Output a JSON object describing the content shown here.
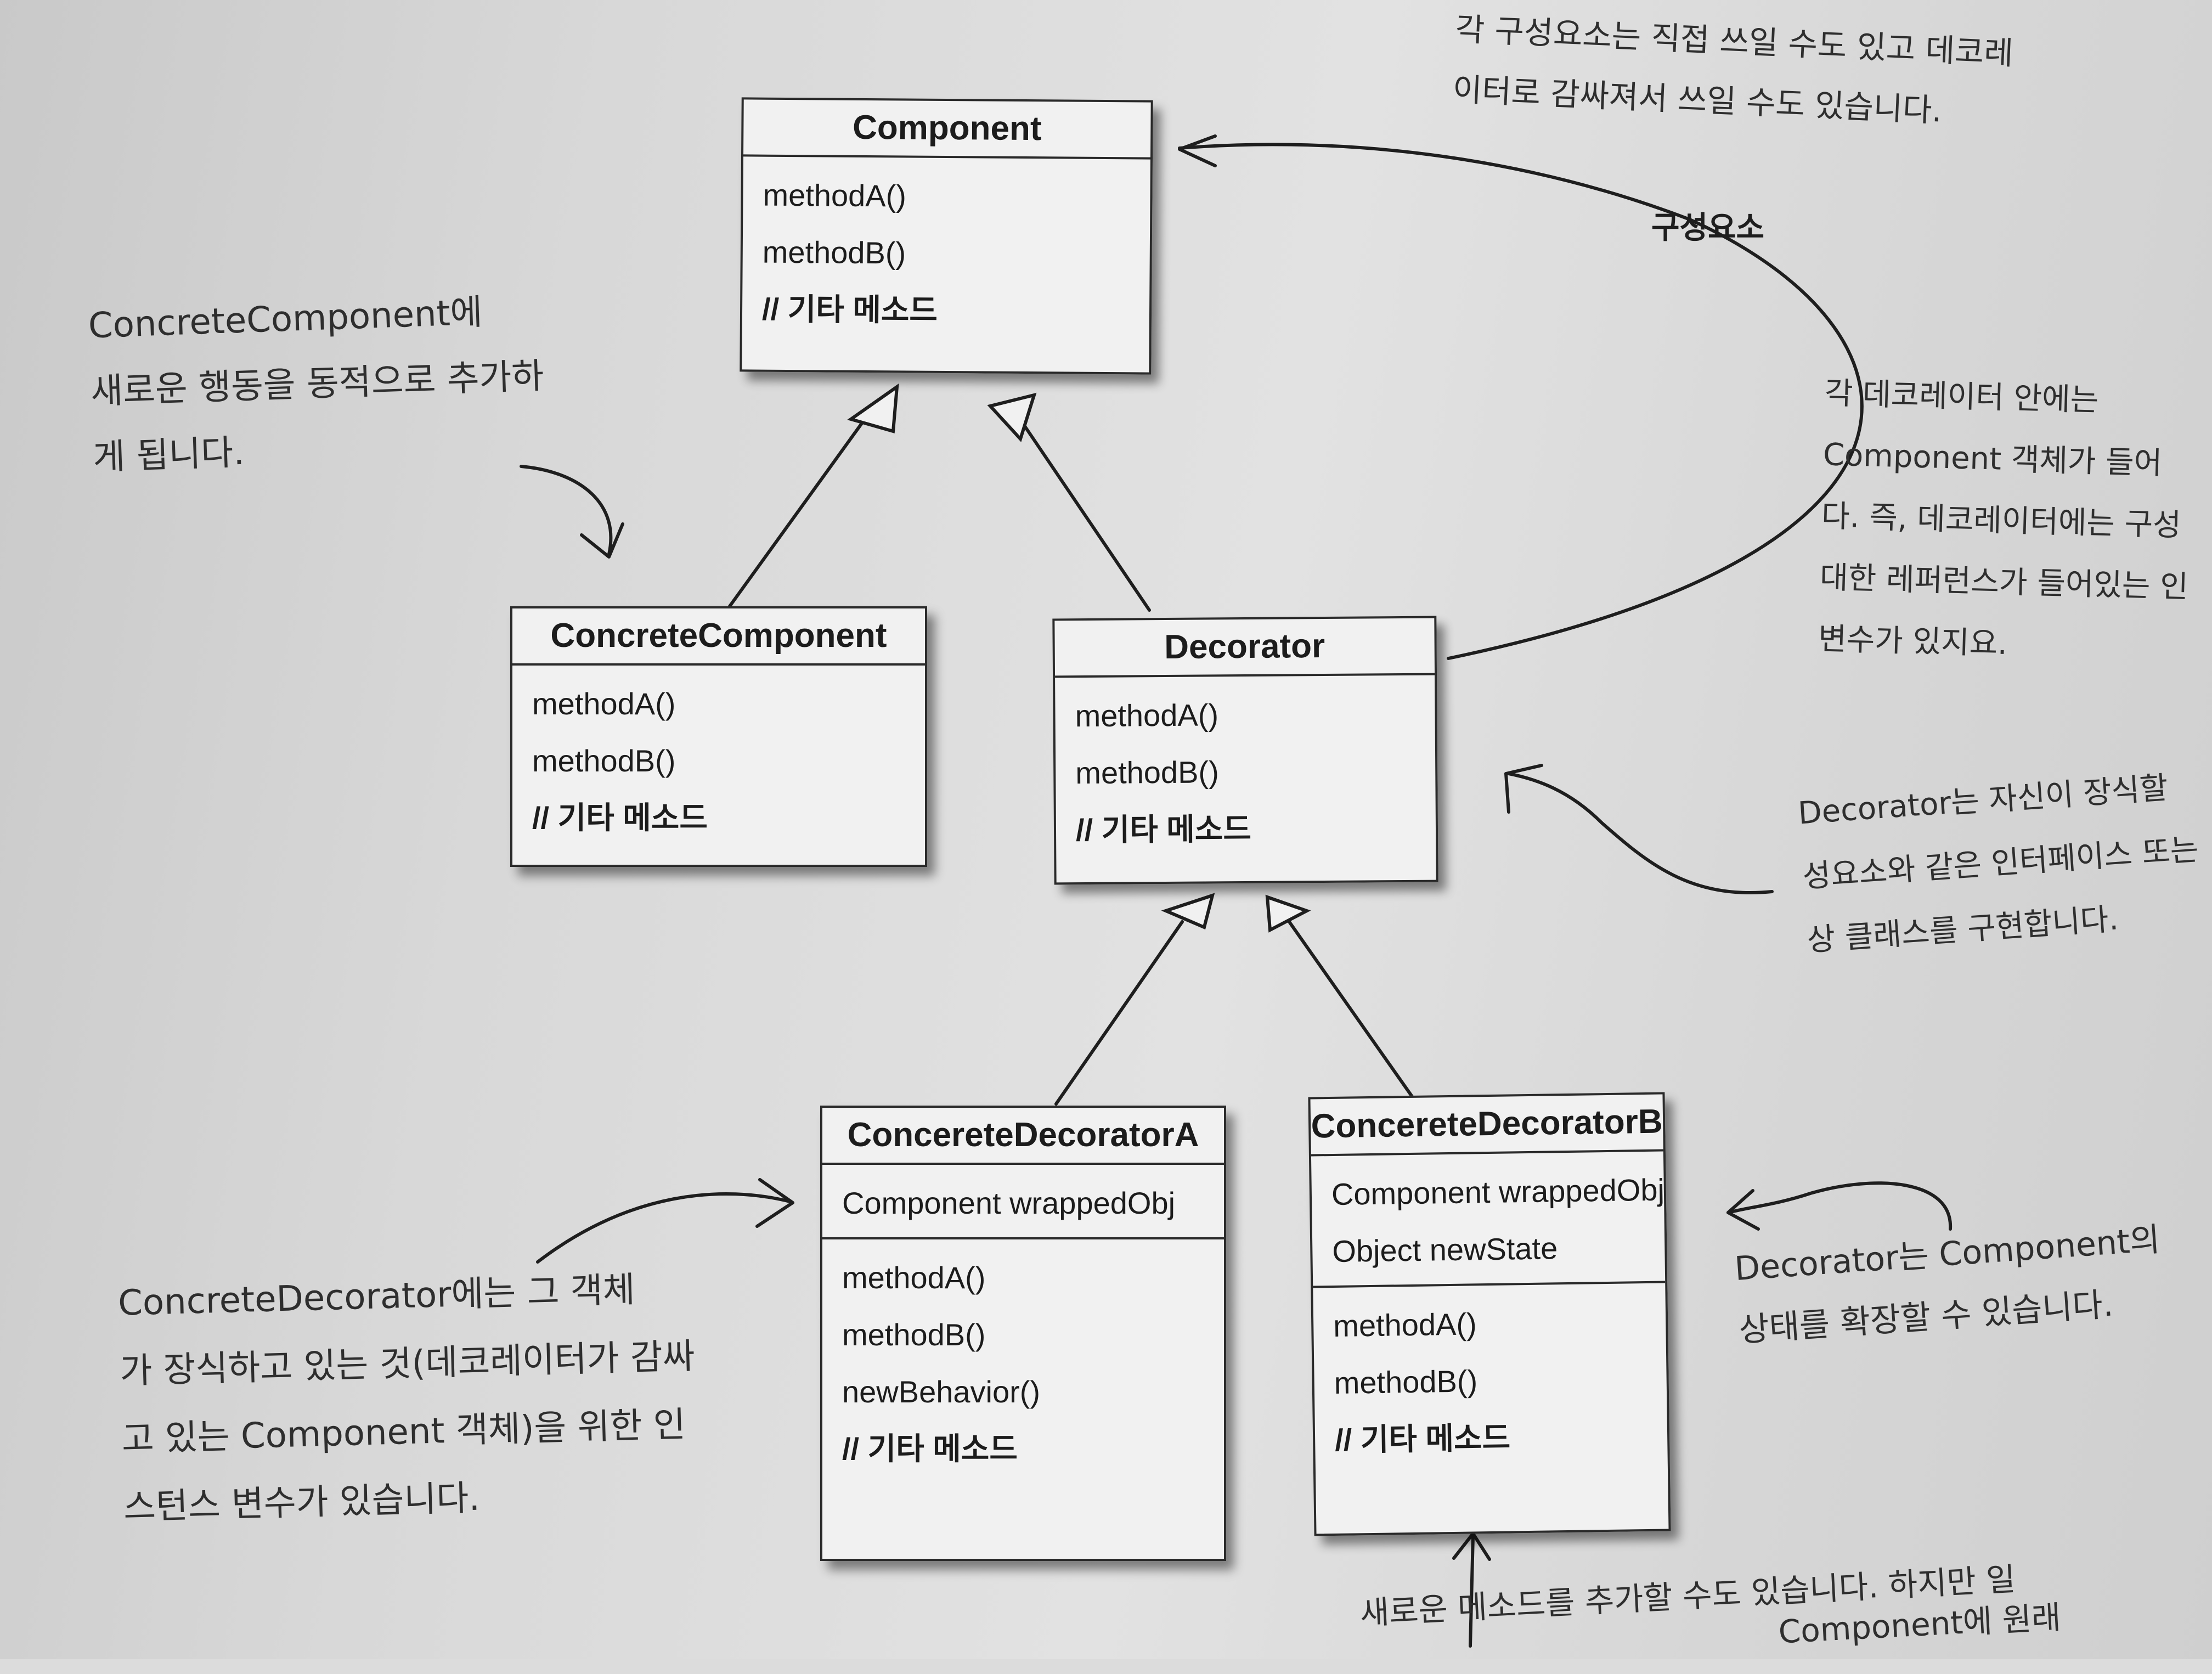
{
  "classes": {
    "component": {
      "name": "Component",
      "members": [],
      "methods": [
        "methodA()",
        "methodB()"
      ],
      "comment": "// 기타 메소드"
    },
    "concrete_component": {
      "name": "ConcreteComponent",
      "members": [],
      "methods": [
        "methodA()",
        "methodB()"
      ],
      "comment": "// 기타 메소드"
    },
    "decorator": {
      "name": "Decorator",
      "members": [],
      "methods": [
        "methodA()",
        "methodB()"
      ],
      "comment": "// 기타 메소드"
    },
    "decorator_a": {
      "name": "ConcereteDecoratorA",
      "members": [
        "Component wrappedObj"
      ],
      "methods": [
        "methodA()",
        "methodB()",
        "newBehavior()"
      ],
      "comment": "// 기타 메소드"
    },
    "decorator_b": {
      "name": "ConcereteDecoratorB",
      "members": [
        "Component wrappedObj",
        "Object newState"
      ],
      "methods": [
        "methodA()",
        "methodB()"
      ],
      "comment": "// 기타 메소드"
    }
  },
  "relations": {
    "association_label": "구성요소"
  },
  "annotations": {
    "top_right": [
      "각 구성요소는 직접 쓰일 수도 있고 데코레",
      "이터로 감싸져서 쓰일 수도 있습니다."
    ],
    "left_top": [
      "ConcreteComponent에",
      "새로운 행동을 동적으로 추가하",
      "게 됩니다."
    ],
    "right_middle": [
      "각 데코레이터 안에는",
      "Component 객체가 들어",
      "다. 즉, 데코레이터에는 구성",
      "대한 레퍼런스가 들어있는 인",
      "변수가 있지요."
    ],
    "right_lower": [
      "Decorator는 자신이 장식할",
      "성요소와 같은 인터페이스 또는",
      "상 클래스를 구현합니다."
    ],
    "left_bottom": [
      "ConcreteDecorator에는 그 객체",
      "가 장식하고 있는 것(데코레이터가 감싸",
      "고 있는 Component 객체)을 위한 인",
      "스턴스 변수가 있습니다."
    ],
    "right_bottom": [
      "Decorator는 Component의",
      "상태를 확장할 수 있습니다."
    ],
    "bottom": [
      "새로운 메소드를 추가할 수도 있습니다. 하지만 일",
      "Component에 원래"
    ]
  }
}
